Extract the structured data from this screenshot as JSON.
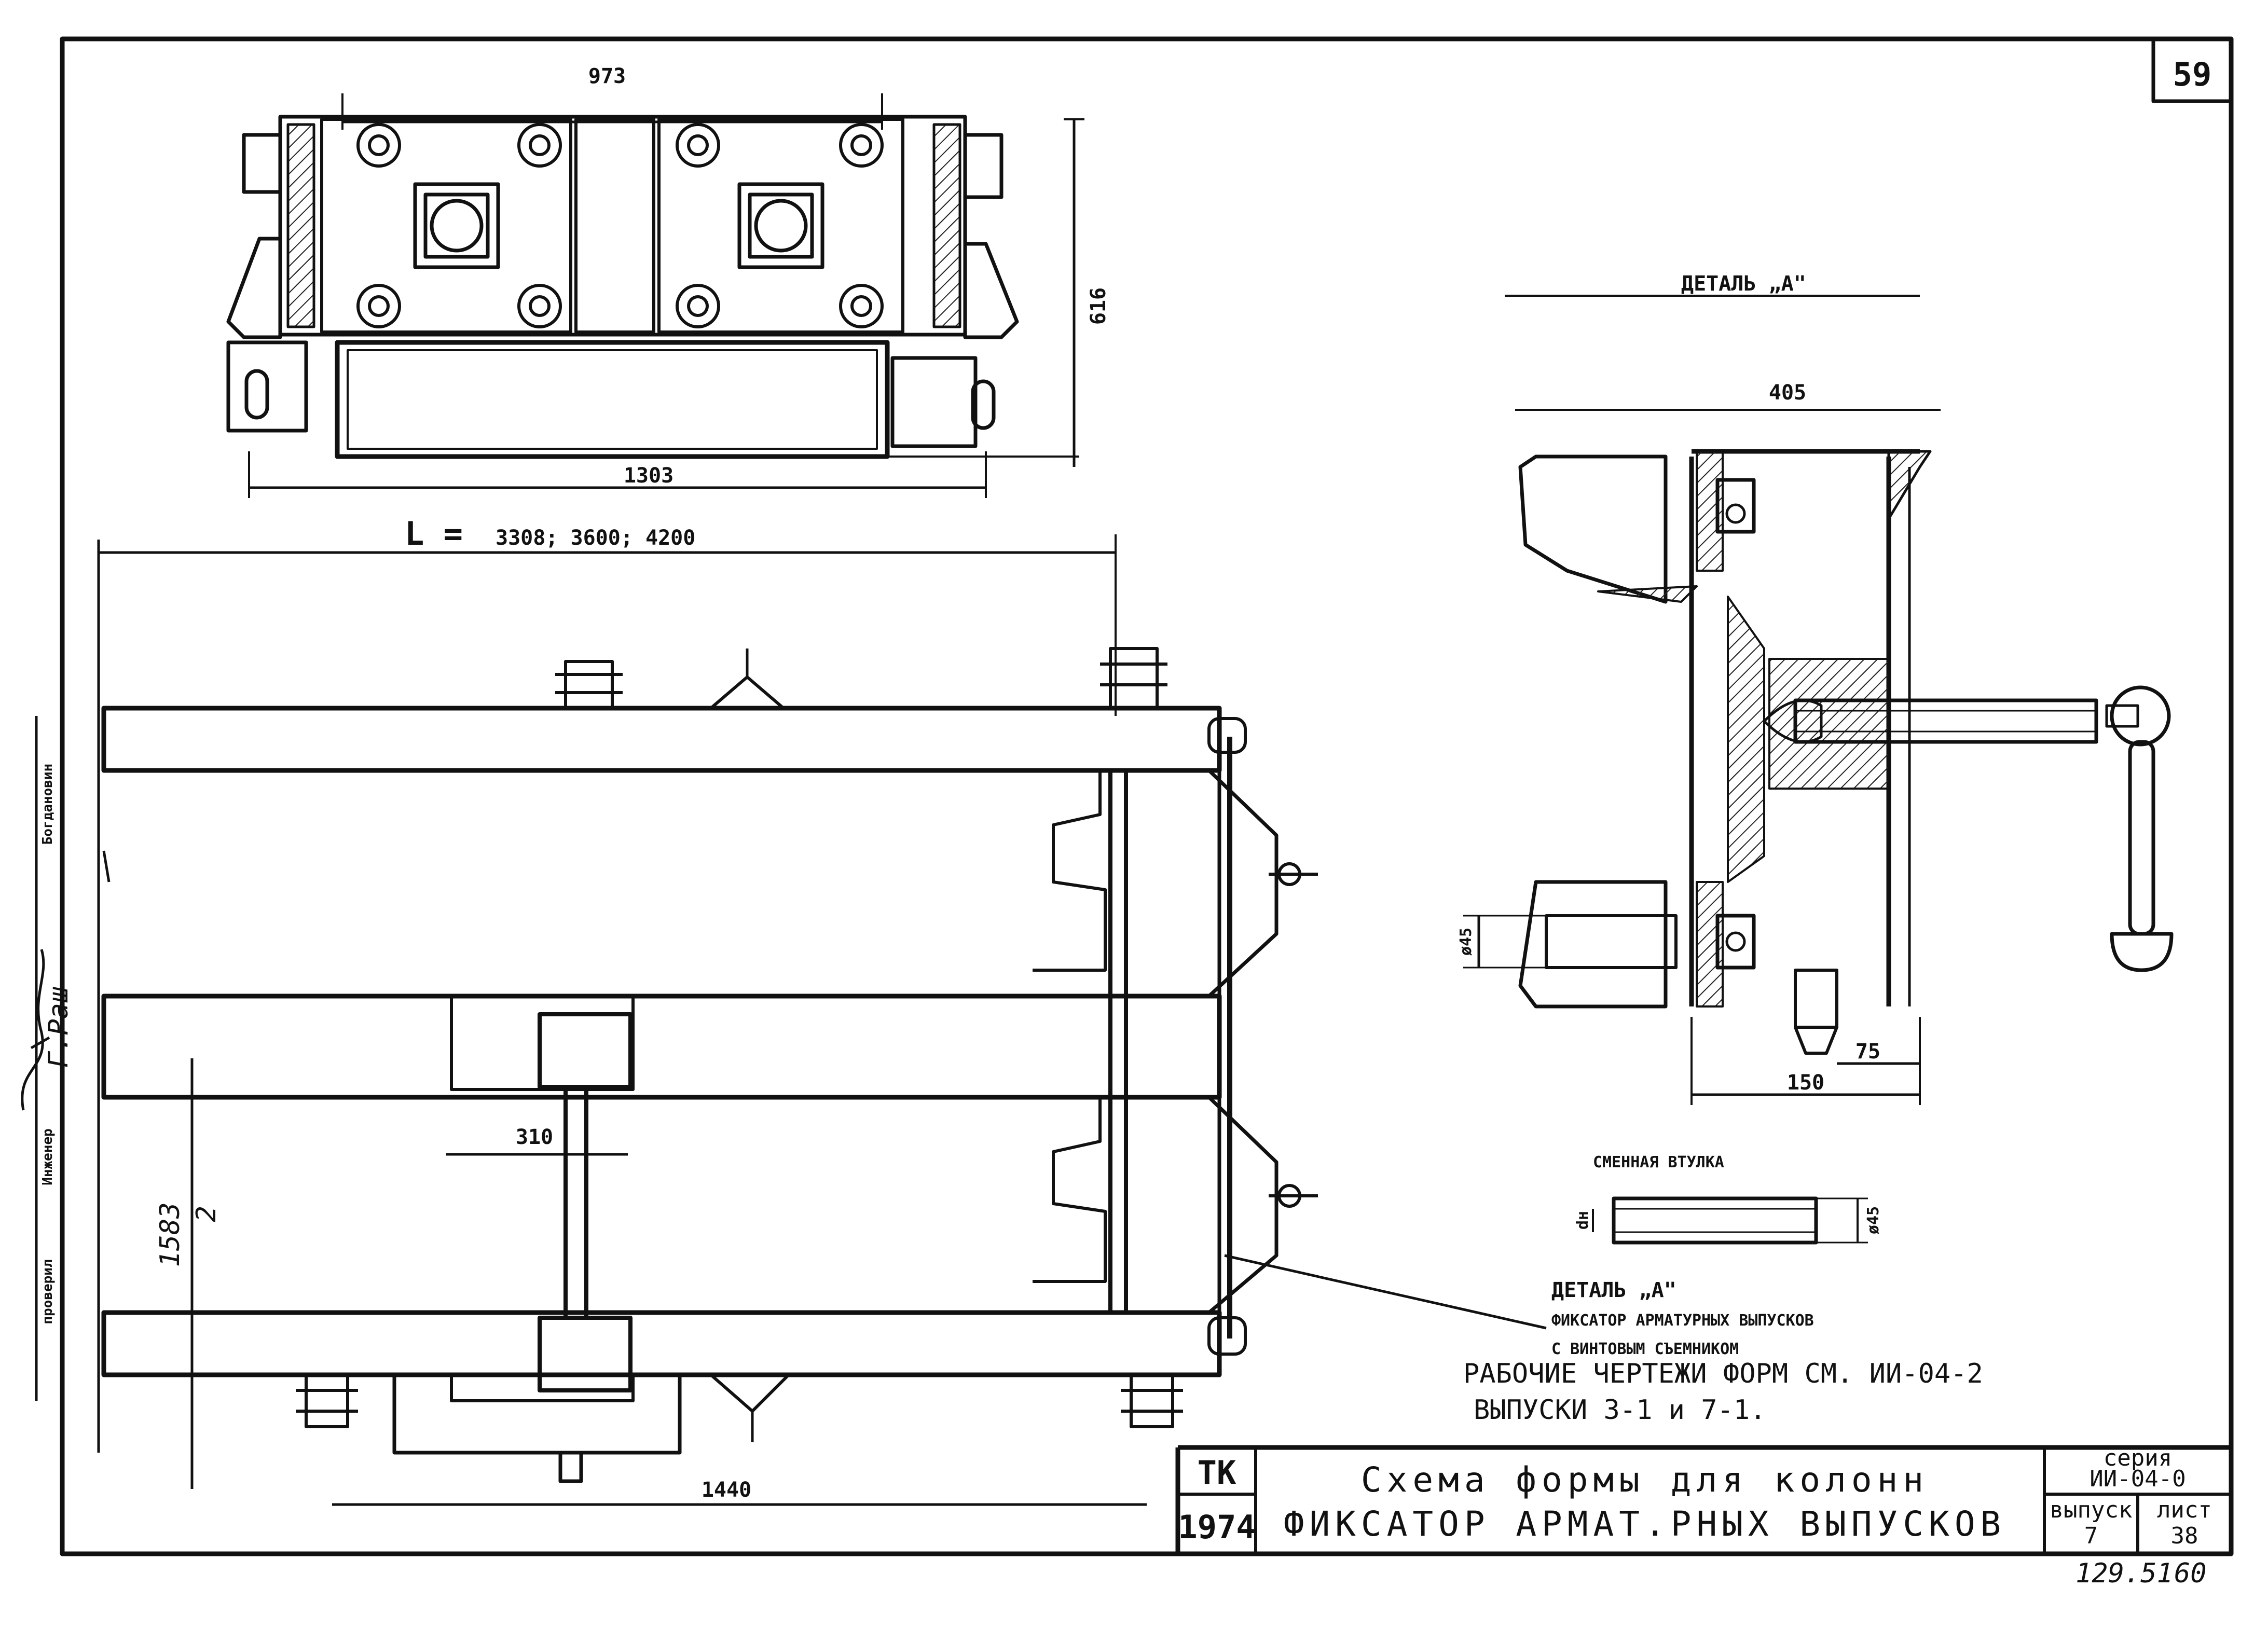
{
  "sheet": {
    "page_number": "59",
    "bottom_ref": "129.51",
    "bottom_ref_2": "60"
  },
  "top_view": {
    "dim_width": "973",
    "dim_height": "616",
    "dim_total": "1303"
  },
  "main_view": {
    "length_label": "L =",
    "length_values": "3308; 3600; 4200",
    "dim_310": "310",
    "dim_1583": "1583",
    "dim_2": "2",
    "dim_1440": "1440"
  },
  "detail_a": {
    "title": "ДЕТАЛЬ „А\"",
    "dim_405": "405",
    "dim_45": "ø45",
    "dim_75": "75",
    "dim_150": "150"
  },
  "bushing": {
    "title": "СМЕННАЯ ВТУЛКА",
    "dim_dn": "dн",
    "dim_45": "ø45"
  },
  "notes": {
    "line1": "ДЕТАЛЬ „А\"",
    "line2": "ФИКСАТОР АРМАТУРНЫХ ВЫПУСКОВ",
    "line3": "С ВИНТОВЫМ СЪЕМНИКОМ",
    "line4": "РАБОЧИЕ  ЧЕРТЕЖИ  ФОРМ  СМ. ИИ-04-2",
    "line5": "ВЫПУСКИ 3-1 и 7-1."
  },
  "title_block": {
    "org": "ТК",
    "year": "1974",
    "title_line1": "Схема  формы для колонн",
    "title_line2": "ФИКСАТОР АРМАТ.РНЫХ  ВЫПУСКОВ",
    "series_label": "серия",
    "series_value": "ИИ-04-0",
    "issue_label": "выпуск",
    "issue_value": "7",
    "sheet_label": "лист",
    "sheet_value": "38"
  },
  "side_strip": {
    "label1": "Инженер",
    "label2": "Богдановин",
    "label3": "Г.Раш",
    "label4": "проверил"
  }
}
